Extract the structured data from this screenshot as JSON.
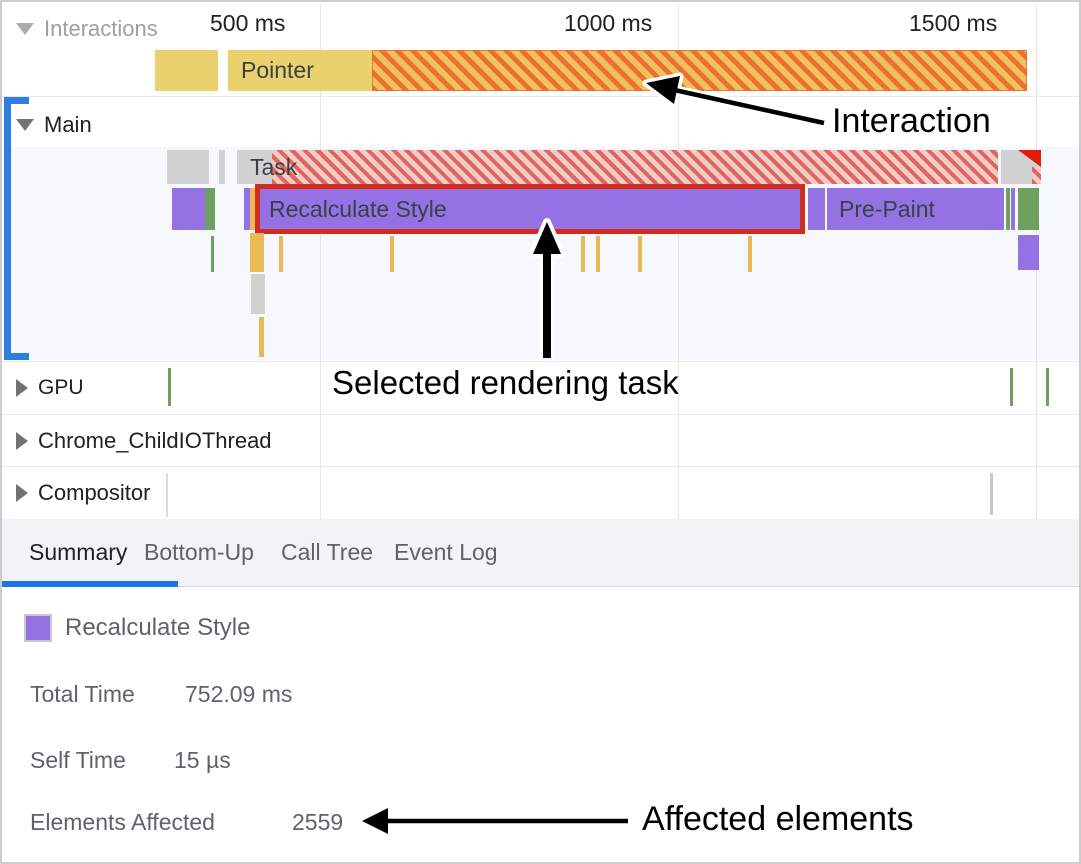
{
  "ruler": {
    "ticks": [
      "500 ms",
      "1000 ms",
      "1500 ms"
    ]
  },
  "tracks": {
    "interactions": {
      "label": "Interactions",
      "pointer_label": "Pointer"
    },
    "main": {
      "label": "Main",
      "task_label": "Task",
      "selected_event_label": "Recalculate Style",
      "prepaint_label": "Pre-Paint"
    },
    "gpu": {
      "label": "GPU"
    },
    "chrome_childio": {
      "label": "Chrome_ChildIOThread"
    },
    "compositor": {
      "label": "Compositor"
    }
  },
  "tabs": {
    "summary": "Summary",
    "bottom_up": "Bottom-Up",
    "call_tree": "Call Tree",
    "event_log": "Event Log"
  },
  "summary": {
    "title": "Recalculate Style",
    "rows": [
      {
        "label": "Total Time",
        "value": "752.09 ms"
      },
      {
        "label": "Self Time",
        "value": "15 µs"
      },
      {
        "label": "Elements Affected",
        "value": "2559"
      }
    ]
  },
  "annotations": {
    "interaction": "Interaction",
    "selected_task": "Selected rendering task",
    "affected_elements": "Affected elements"
  },
  "colors": {
    "interaction_yellow": "#e9d16e",
    "interaction_hatch_orange": "#ee6f33",
    "task_gray": "#d1d1d1",
    "task_hatch_red": "#e2655c",
    "style_purple": "#9472e4",
    "paint_green": "#6fa05f",
    "script_orange": "#eab854",
    "selection_red": "#d22b1f",
    "accent_blue": "#1a73e8",
    "text_gray": "#5f6368"
  }
}
